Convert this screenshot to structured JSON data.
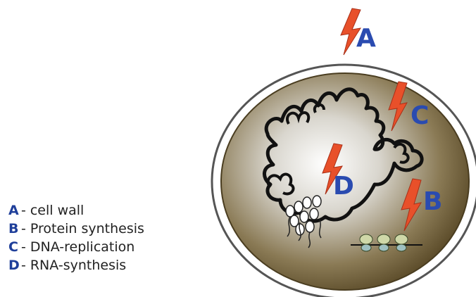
{
  "legend": [
    {
      "letter": "A",
      "sep": "-",
      "text": "cell wall"
    },
    {
      "letter": "B",
      "sep": "-",
      "text": "Protein synthesis"
    },
    {
      "letter": "C",
      "sep": "-",
      "text": "DNA-replication"
    },
    {
      "letter": "D",
      "sep": "-",
      "text": "RNA-synthesis"
    }
  ],
  "targets": {
    "a": "A",
    "b": "B",
    "c": "C",
    "d": "D"
  },
  "colors": {
    "label_blue": "#2a4bb0",
    "bolt_orange": "#e8502a",
    "cytoplasm_dark": "#5a4a28",
    "cytoplasm_light": "#ffffff",
    "dna": "#111111",
    "ribosome": "#cfd8a8"
  }
}
